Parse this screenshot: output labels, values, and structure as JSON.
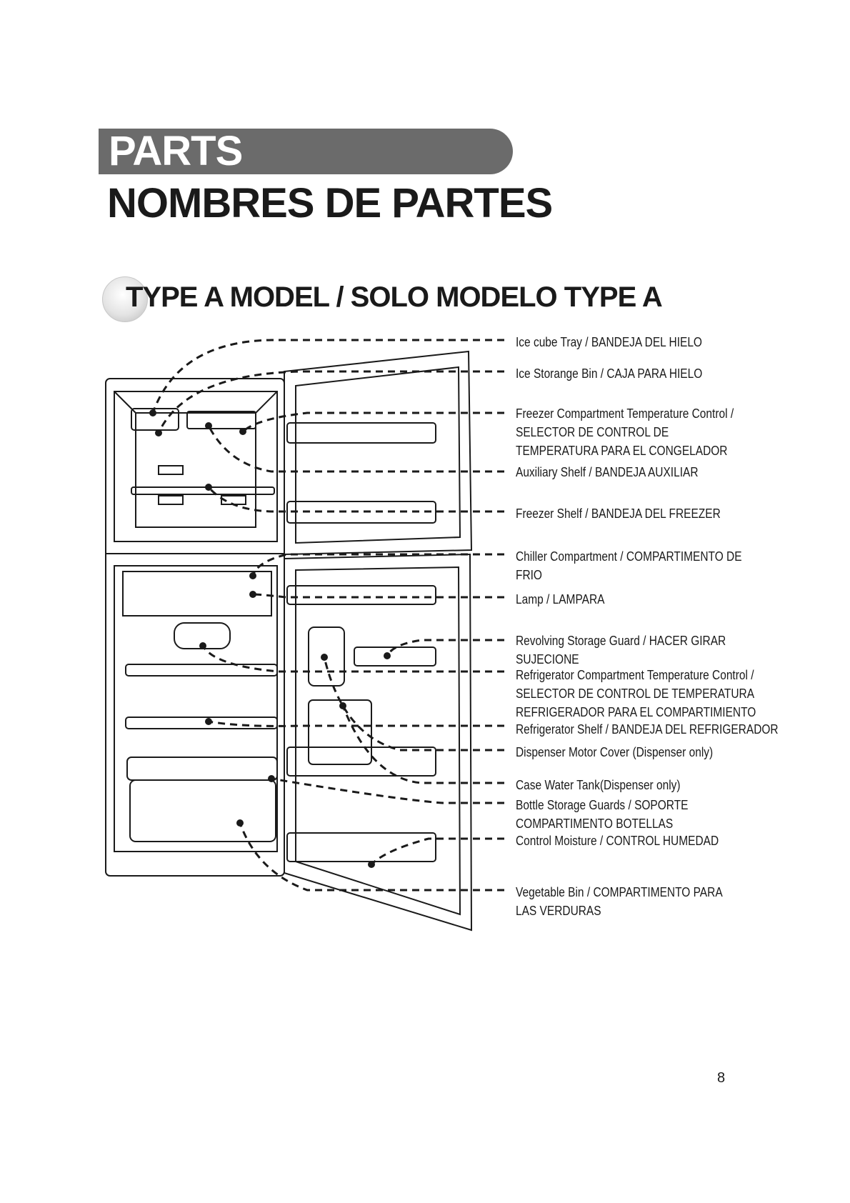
{
  "header": {
    "banner": "PARTS",
    "title_es": "NOMBRES DE PARTES"
  },
  "section": {
    "icon": "disc-icon",
    "title": "TYPE A MODEL / SOLO MODELO TYPE A"
  },
  "callouts": [
    {
      "id": "ice-cube-tray",
      "lines": [
        "Ice cube Tray / BANDEJA DEL HIELO"
      ]
    },
    {
      "id": "ice-storage-bin",
      "lines": [
        "Ice Storange Bin / CAJA PARA HIELO"
      ]
    },
    {
      "id": "freezer-temp-control",
      "lines": [
        "Freezer Compartment Temperature Control /",
        "SELECTOR DE CONTROL DE",
        "TEMPERATURA PARA EL CONGELADOR"
      ]
    },
    {
      "id": "auxiliary-shelf",
      "lines": [
        "Auxiliary Shelf / BANDEJA AUXILIAR"
      ]
    },
    {
      "id": "freezer-shelf",
      "lines": [
        "Freezer Shelf / BANDEJA DEL FREEZER"
      ]
    },
    {
      "id": "chiller-compartment",
      "lines": [
        "Chiller Compartment / COMPARTIMENTO  DE",
        "FRIO"
      ]
    },
    {
      "id": "lamp",
      "lines": [
        "Lamp / LAMPARA"
      ]
    },
    {
      "id": "revolving-storage-guard",
      "lines": [
        "Revolving Storage Guard / HACER GIRAR",
        "SUJECIONE"
      ]
    },
    {
      "id": "refrigerator-temp-control",
      "lines": [
        "Refrigerator Compartment Temperature Control /",
        "SELECTOR DE CONTROL DE TEMPERATURA",
        "REFRIGERADOR PARA EL COMPARTIMIENTO"
      ]
    },
    {
      "id": "refrigerator-shelf",
      "lines": [
        "Refrigerator Shelf / BANDEJA DEL REFRIGERADOR"
      ]
    },
    {
      "id": "dispenser-motor-cover",
      "lines": [
        "Dispenser Motor Cover (Dispenser only)"
      ]
    },
    {
      "id": "case-water-tank",
      "lines": [
        "Case Water Tank(Dispenser only)"
      ]
    },
    {
      "id": "bottle-storage-guards",
      "lines": [
        "Bottle Storage Guards / SOPORTE",
        "COMPARTIMENTO BOTELLAS"
      ]
    },
    {
      "id": "control-moisture",
      "lines": [
        "Control Moisture / CONTROL HUMEDAD"
      ]
    },
    {
      "id": "vegetable-bin",
      "lines": [
        "Vegetable Bin / COMPARTIMENTO PARA",
        "LAS VERDURAS"
      ]
    }
  ],
  "page_number": "8"
}
